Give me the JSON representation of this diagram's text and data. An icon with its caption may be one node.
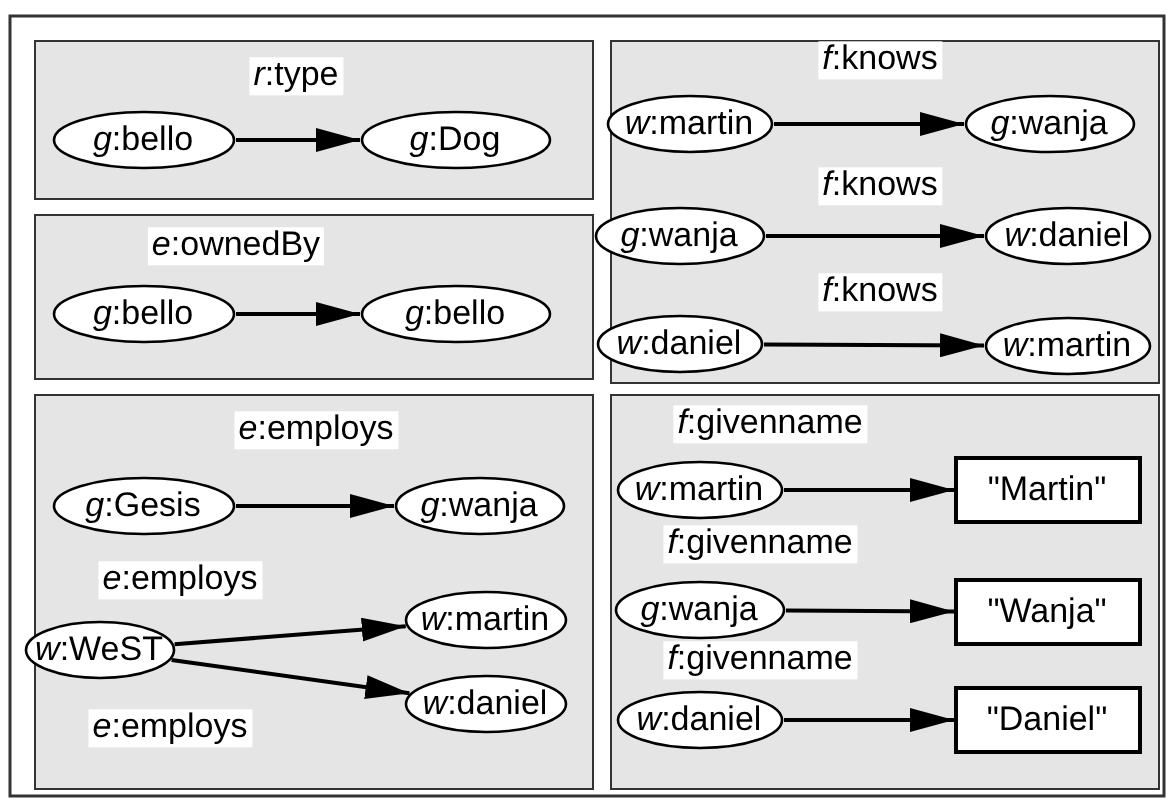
{
  "diagram": {
    "nodes": [
      {
        "text": [],
        "shape": "box"
      },
      {
        "text": [
          "*g*:bello"
        ],
        "in": 0
      },
      {
        "text": [
          "*g*:Dog"
        ],
        "in": 0
      },
      {
        "text": [],
        "shape": "box"
      },
      {
        "text": [
          "*g*:bello"
        ],
        "in": 3
      },
      {
        "text": [
          "*g*:bello"
        ],
        "in": 3
      },
      {
        "text": [],
        "shape": "box"
      },
      {
        "text": [
          "*g*:Gesis"
        ],
        "in": 6
      },
      {
        "text": [
          "*g*:wanja"
        ],
        "in": 6
      },
      {
        "text": [
          "*w*:WeST"
        ],
        "in": 6
      },
      {
        "text": [
          "*w*:martin"
        ],
        "in": 6
      },
      {
        "text": [
          "*w*:daniel"
        ],
        "in": 6
      },
      {
        "text": [],
        "shape": "box"
      },
      {
        "text": [
          "*w*:martin"
        ],
        "in": 12
      },
      {
        "text": [
          "*g*:wanja"
        ],
        "in": 12
      },
      {
        "text": [
          "*g*:wanja"
        ],
        "in": 12
      },
      {
        "text": [
          "*w*:daniel"
        ],
        "in": 12
      },
      {
        "text": [
          "*w*:daniel"
        ],
        "in": 12
      },
      {
        "text": [
          "*w*:martin"
        ],
        "in": 12
      },
      {
        "text": [],
        "shape": "box"
      },
      {
        "text": [
          "*w*:martin"
        ],
        "in": 19
      },
      {
        "text": [
          "\"Martin\""
        ],
        "in": 19
      },
      {
        "text": [
          "*g*:wanja"
        ],
        "in": 19
      },
      {
        "text": [
          "\"Wanja\""
        ],
        "in": 19
      },
      {
        "text": [
          "*w*:daniel"
        ],
        "in": 19
      },
      {
        "text": [
          "\"Daniel\""
        ],
        "in": 19
      }
    ],
    "edges": [
      {
        "from": 1,
        "to": 2,
        "arrow": "to",
        "label": "*r*:type"
      },
      {
        "from": 4,
        "to": 5,
        "arrow": "to",
        "label": "*e*:ownedBy"
      },
      {
        "from": 7,
        "to": 8,
        "arrow": "to",
        "label": "*e*:employs"
      },
      {
        "from": 9,
        "to": 10,
        "arrow": "to",
        "label": "*e*:employs"
      },
      {
        "from": 9,
        "to": 11,
        "arrow": "to",
        "label": "*e*:employs"
      },
      {
        "from": 13,
        "to": 14,
        "arrow": "to",
        "label": "*f*:knows"
      },
      {
        "from": 15,
        "to": 16,
        "arrow": "to",
        "label": "*f*:knows"
      },
      {
        "from": 17,
        "to": 18,
        "arrow": "to",
        "label": "*f*:knows"
      },
      {
        "from": 20,
        "to": 21,
        "arrow": "to",
        "label": "*f*:givenname"
      },
      {
        "from": 22,
        "to": 23,
        "arrow": "to",
        "label": "*f*:givenname"
      },
      {
        "from": 24,
        "to": 25,
        "arrow": "to",
        "label": "*f*:givenname"
      }
    ]
  }
}
